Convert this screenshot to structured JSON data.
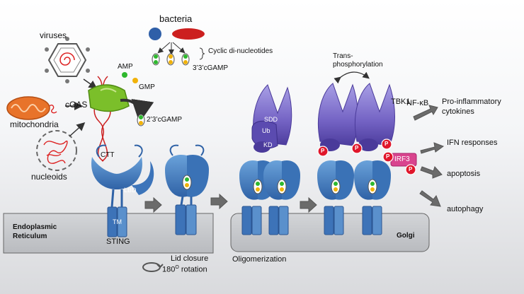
{
  "labels": {
    "bacteria": "bacteria",
    "viruses": "viruses",
    "mitochondria": "mitochondria",
    "nucleoids": "nucleoids",
    "cgas": "cGAS",
    "amp": "AMP",
    "gmp": "GMP",
    "cgamp_23": "2’3’cGAMP",
    "cgamp_33": "3’3’cGAMP",
    "cdn": "Cyclic di-nucleotides",
    "ctt": "CTT",
    "lbd": "LBD",
    "tm": "TM",
    "sting": "STING",
    "er_line1": "Endoplasmic",
    "er_line2": "Reticulum",
    "golgi": "Golgi",
    "lid_closure": "Lid closure",
    "rotation_value": "180",
    "rotation_unit": "O",
    "rotation_word": "rotation",
    "oligomerization": "Oligomerization",
    "sdd": "SDD",
    "ub": "Ub",
    "kd": "KD",
    "trans_line1": "Trans-",
    "trans_line2": "phosphorylation",
    "tbk1": "TBK1",
    "p": "P",
    "irf3": "IRF3",
    "nfkb": "NF-κB",
    "pro_line1": "Pro-inflammatory",
    "pro_line2": "cytokines",
    "ifn": "IFN responses",
    "apoptosis": "apoptosis",
    "autophagy": "autophagy"
  },
  "colors": {
    "sting_blue": "#4a86c8",
    "tbk1_purple": "#6a5ab8",
    "phospho_red": "#e0162b",
    "irf3_pink": "#d9448e",
    "cgas_green": "#7bbf2a",
    "membrane_grey": "#c4c6c9"
  }
}
